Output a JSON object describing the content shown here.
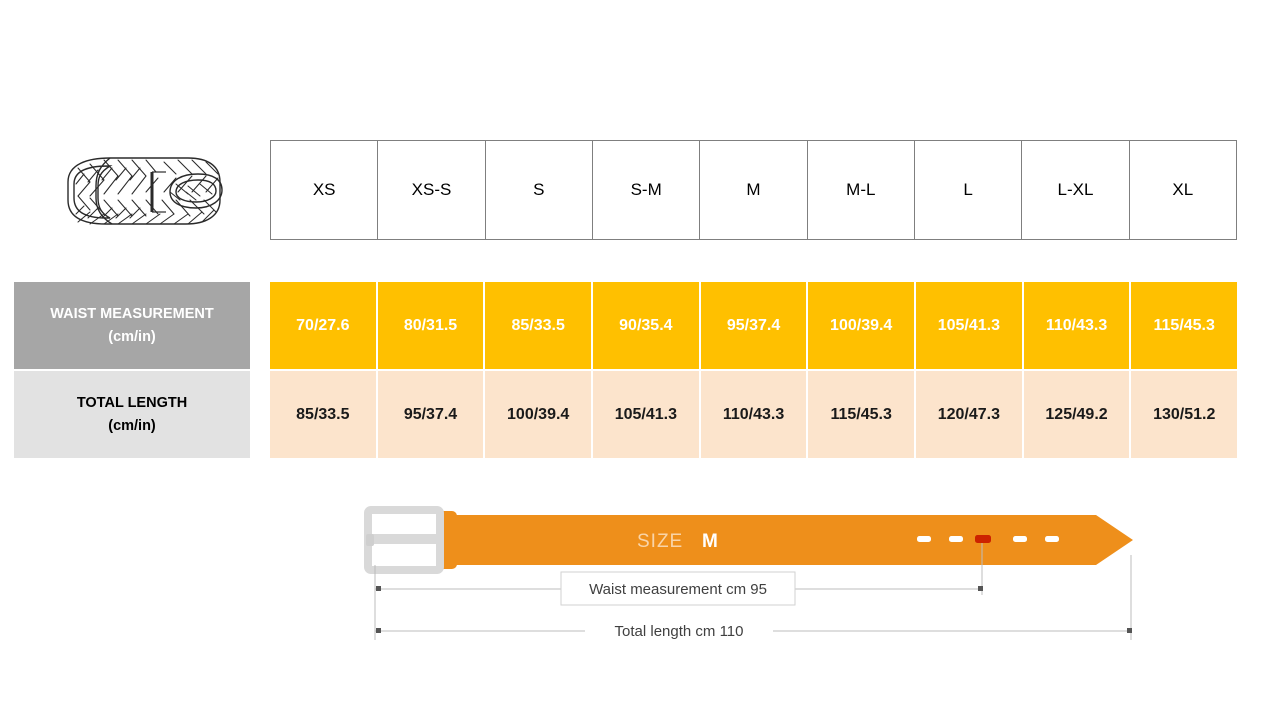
{
  "product": {
    "icon": "braided-belt-illustration",
    "alt": "Braided belt coiled with buckle"
  },
  "table": {
    "sizes": [
      "XS",
      "XS-S",
      "S",
      "S-M",
      "M",
      "M-L",
      "L",
      "L-XL",
      "XL"
    ],
    "rows": [
      {
        "key": "waist",
        "label_main": "WAIST MEASUREMENT",
        "label_sub": "(cm/in)",
        "values": [
          "70/27.6",
          "80/31.5",
          "85/33.5",
          "90/35.4",
          "95/37.4",
          "100/39.4",
          "105/41.3",
          "110/43.3",
          "115/45.3"
        ]
      },
      {
        "key": "length",
        "label_main": "TOTAL LENGTH",
        "label_sub": "(cm/in)",
        "values": [
          "85/33.5",
          "95/37.4",
          "100/39.4",
          "105/41.3",
          "110/43.3",
          "115/45.3",
          "120/47.3",
          "125/49.2",
          "130/51.2"
        ]
      }
    ]
  },
  "diagram": {
    "size_word": "SIZE",
    "size_value": "M",
    "waist_dimension_label": "Waist measurement cm 95",
    "total_dimension_label": "Total length cm 110",
    "hole_count": 5,
    "active_hole_index": 2
  },
  "colors": {
    "waist_row_bg": "#ffc000",
    "length_row_bg": "#fce4cc",
    "waist_label_bg": "#a6a6a6",
    "length_label_bg": "#e2e2e2",
    "belt_orange": "#ee8f1b",
    "active_hole": "#cc2200",
    "buckle_gray": "#e0e0e0",
    "table_border": "#7f7f7f"
  }
}
